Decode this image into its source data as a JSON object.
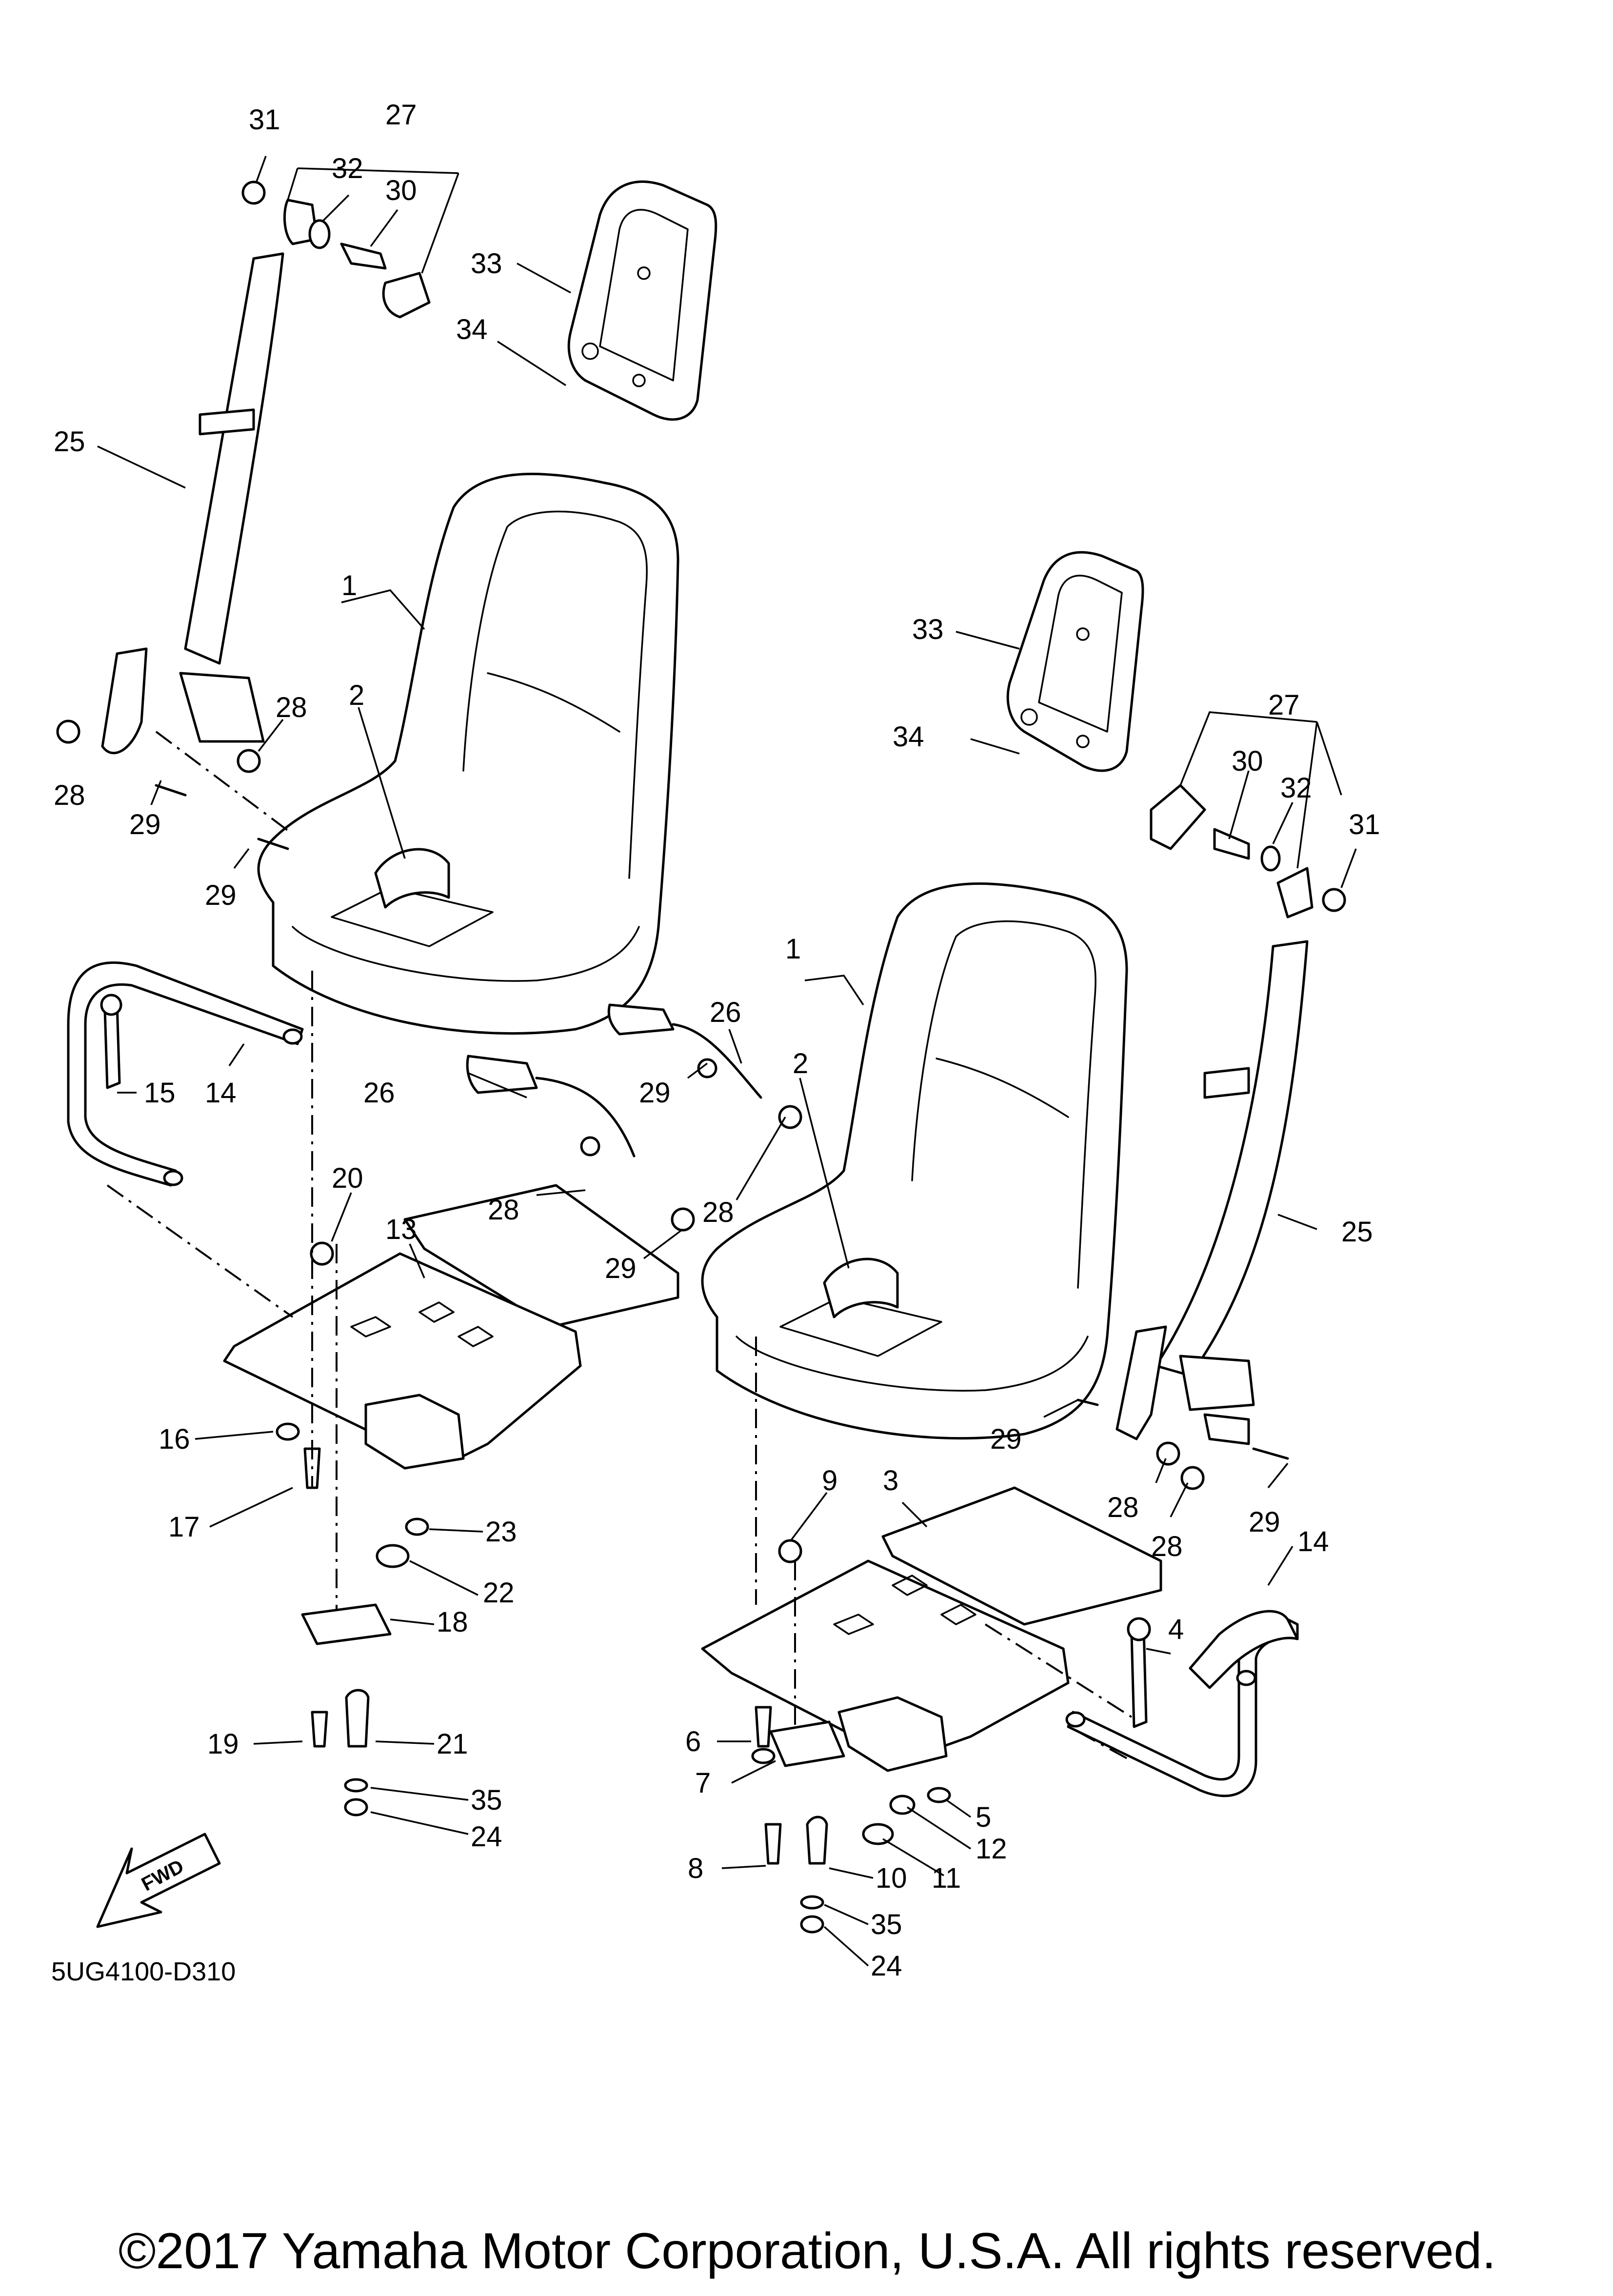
{
  "diagram_code": "5UG4100-D310",
  "copyright": "©2017 Yamaha Motor Corporation, U.S.A. All rights reserved.",
  "fwd_label": "FWD",
  "callouts": {
    "c31a": "31",
    "c27a": "27",
    "c32a": "32",
    "c30a": "30",
    "c33a": "33",
    "c34a": "34",
    "c25a": "25",
    "c1a": "1",
    "c2a": "2",
    "c28a": "28",
    "c28b": "28",
    "c29a": "29",
    "c29b": "29",
    "c15": "15",
    "c14a": "14",
    "c26a": "26",
    "c28c": "28",
    "c20": "20",
    "c13": "13",
    "c29c": "29",
    "c16": "16",
    "c17": "17",
    "c23": "23",
    "c22": "22",
    "c18": "18",
    "c19": "19",
    "c21": "21",
    "c35a": "35",
    "c24a": "24",
    "c33b": "33",
    "c34b": "34",
    "c27b": "27",
    "c30b": "30",
    "c32b": "32",
    "c31b": "31",
    "c1b": "1",
    "c2b": "2",
    "c26b": "26",
    "c29d": "29",
    "c28d": "28",
    "c25b": "25",
    "c29e": "29",
    "c28e": "28",
    "c28f": "28",
    "c29f": "29",
    "c14b": "14",
    "c9": "9",
    "c3": "3",
    "c4": "4",
    "c6": "6",
    "c7": "7",
    "c5": "5",
    "c12": "12",
    "c11": "11",
    "c8": "8",
    "c10": "10",
    "c35b": "35",
    "c24b": "24"
  }
}
